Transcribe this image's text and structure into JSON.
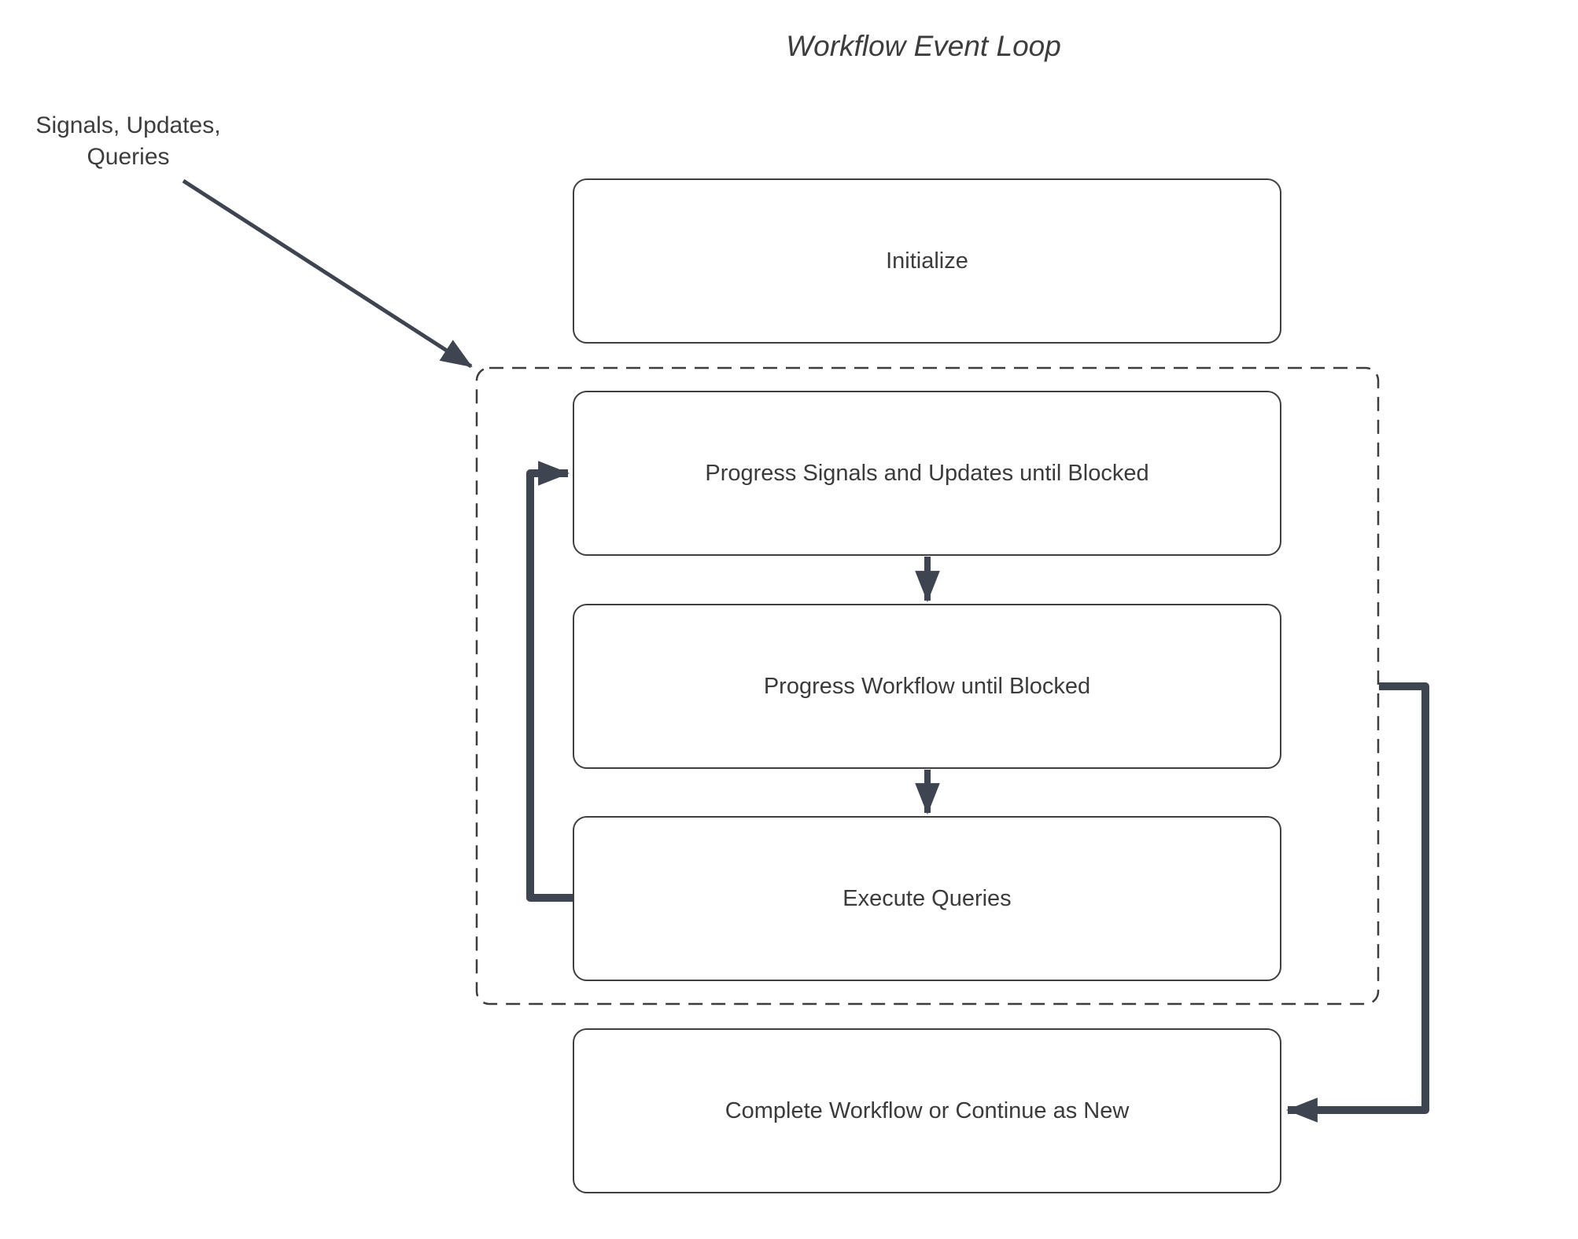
{
  "diagram": {
    "title": "Workflow Event Loop",
    "type": "flowchart",
    "external_input": {
      "label": "Signals, Updates,\nQueries",
      "arrow_target": "event-loop-boundary"
    },
    "nodes": [
      {
        "id": "initialize",
        "label": "Initialize",
        "in_event_loop": false
      },
      {
        "id": "progress-signals",
        "label": "Progress Signals and Updates until Blocked",
        "in_event_loop": true
      },
      {
        "id": "progress-workflow",
        "label": "Progress Workflow until Blocked",
        "in_event_loop": true
      },
      {
        "id": "execute-queries",
        "label": "Execute Queries",
        "in_event_loop": true
      },
      {
        "id": "complete-workflow",
        "label": "Complete Workflow or Continue as New",
        "in_event_loop": false
      }
    ],
    "event_loop_boundary": {
      "style": "dashed-rounded-rect",
      "contains": [
        "progress-signals",
        "progress-workflow",
        "execute-queries"
      ]
    },
    "edges": [
      {
        "from": "external-input-label",
        "to": "event-loop-boundary",
        "style": "thin-diagonal-arrow"
      },
      {
        "from": "progress-signals",
        "to": "progress-workflow",
        "style": "down-arrow"
      },
      {
        "from": "progress-workflow",
        "to": "execute-queries",
        "style": "down-arrow"
      },
      {
        "from": "execute-queries",
        "to": "progress-signals",
        "style": "thick-left-loop-arrow"
      },
      {
        "from": "event-loop-boundary",
        "to": "complete-workflow",
        "style": "thick-right-wrap-arrow"
      }
    ],
    "colors": {
      "background": "#ffffff",
      "box_border": "#3f3f3f",
      "text": "#3b3b3b",
      "thick_arrow": "#3e4450",
      "dashed_border": "#3d3d3d"
    }
  }
}
